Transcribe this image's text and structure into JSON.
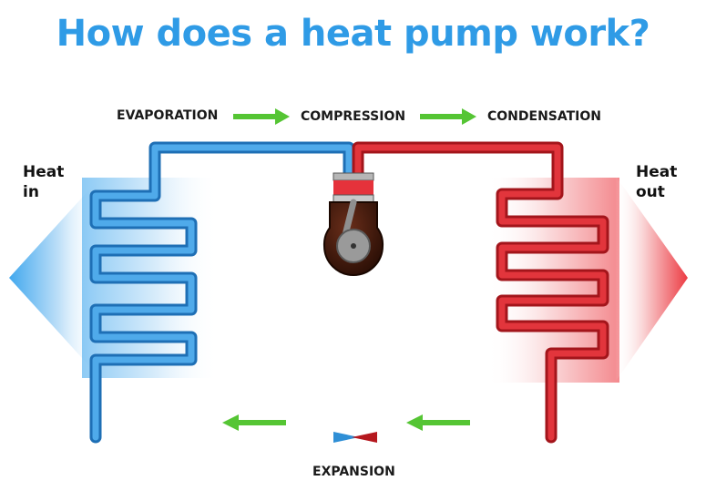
{
  "title": "How does a heat pump work?",
  "stages": {
    "evaporation": "EVAPORATION",
    "compression": "COMPRESSION",
    "condensation": "CONDENSATION",
    "expansion": "EXPANSION"
  },
  "heat_in": {
    "line1": "Heat",
    "line2": "in"
  },
  "heat_out": {
    "line1": "Heat",
    "line2": "out"
  },
  "colors": {
    "title": "#2f9be6",
    "cold_pipe": "#2f8fd6",
    "hot_pipe": "#d41f26",
    "arrow": "#55c534",
    "heat_in_arrow": "#42a8ee",
    "heat_out_arrow": "#ec3b43"
  }
}
